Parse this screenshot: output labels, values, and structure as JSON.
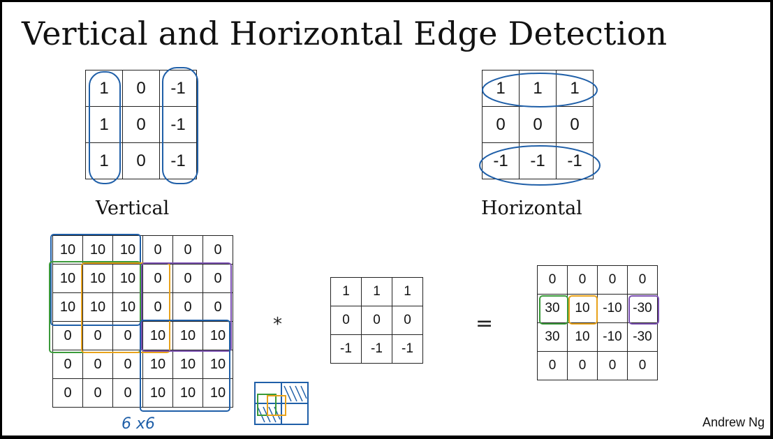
{
  "title": "Vertical and Horizontal Edge Detection",
  "vertical_filter": {
    "label": "Vertical",
    "rows": [
      [
        "1",
        "0",
        "-1"
      ],
      [
        "1",
        "0",
        "-1"
      ],
      [
        "1",
        "0",
        "-1"
      ]
    ]
  },
  "horizontal_filter": {
    "label": "Horizontal",
    "rows": [
      [
        "1",
        "1",
        "1"
      ],
      [
        "0",
        "0",
        "0"
      ],
      [
        "-1",
        "-1",
        "-1"
      ]
    ]
  },
  "input_image": {
    "size_note": "6 x6",
    "rows": [
      [
        "10",
        "10",
        "10",
        "0",
        "0",
        "0"
      ],
      [
        "10",
        "10",
        "10",
        "0",
        "0",
        "0"
      ],
      [
        "10",
        "10",
        "10",
        "0",
        "0",
        "0"
      ],
      [
        "0",
        "0",
        "0",
        "10",
        "10",
        "10"
      ],
      [
        "0",
        "0",
        "0",
        "10",
        "10",
        "10"
      ],
      [
        "0",
        "0",
        "0",
        "10",
        "10",
        "10"
      ]
    ]
  },
  "operator": "*",
  "kernel": {
    "rows": [
      [
        "1",
        "1",
        "1"
      ],
      [
        "0",
        "0",
        "0"
      ],
      [
        "-1",
        "-1",
        "-1"
      ]
    ]
  },
  "equals": "=",
  "output": {
    "rows": [
      [
        "0",
        "0",
        "0",
        "0"
      ],
      [
        "30",
        "10",
        "-10",
        "-30"
      ],
      [
        "30",
        "10",
        "-10",
        "-30"
      ],
      [
        "0",
        "0",
        "0",
        "0"
      ]
    ]
  },
  "author": "Andrew Ng",
  "colors": {
    "blue_ink": "#1f5fa8",
    "green_ink": "#3a9a3a",
    "orange_ink": "#e8a21a",
    "purple_ink": "#7a4fb0"
  }
}
